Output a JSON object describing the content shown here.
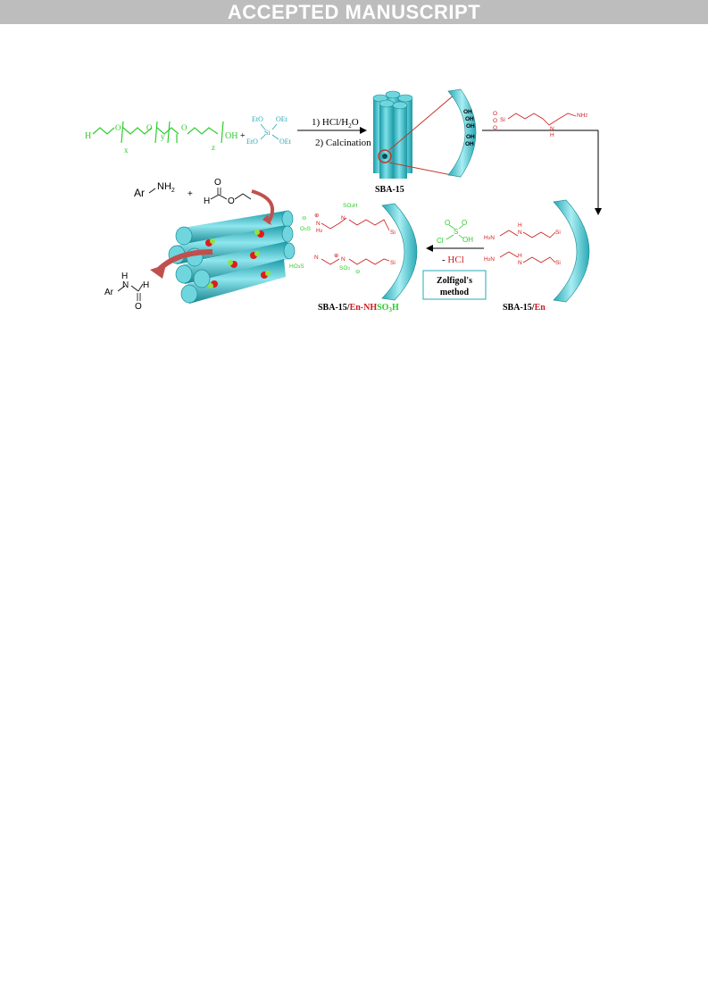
{
  "header": {
    "banner": "ACCEPTED MANUSCRIPT"
  },
  "scheme": {
    "reagents": {
      "polymer_h": "H",
      "polymer_oh": "OH",
      "polymer_o": "O",
      "sub_x": "x",
      "sub_y": "y",
      "sub_z": "z",
      "plus": "+",
      "teos_si": "Si",
      "teos_oet": "OEt",
      "teos_eto": "EtO"
    },
    "steps": {
      "step1": "1) HCl/H",
      "step1_sub": "2",
      "step1_tail": "O",
      "step2": "2) Calcination"
    },
    "labels": {
      "sba15": "SBA-15",
      "sba15_en_prefix": "SBA-15/",
      "sba15_en_red": "En",
      "final_prefix": "SBA-15/",
      "final_red": "En-NH",
      "final_green": "SO",
      "final_green_sub": "3",
      "final_green_tail": "H"
    },
    "wall": {
      "oh": "OH",
      "si": "Si",
      "o": "O"
    },
    "amine": {
      "nh2": "NH",
      "nh2_sub": "2",
      "h2n": "H",
      "n": "N",
      "h": "H"
    },
    "zolfigol": {
      "reagent_cl": "Cl",
      "reagent_s": "S",
      "reagent_oh": "OH",
      "reagent_o": "O",
      "minus_hcl_dash": "- ",
      "minus_hcl": "HCl",
      "box_line1": "Zolfigol's",
      "box_line2": "method"
    },
    "sulfonic": {
      "so3h": "SO",
      "so3h_sub": "3",
      "so3h_tail": "H",
      "so3": "SO",
      "so3_sub": "3",
      "ho3s": "HO",
      "ho3s_sub": "3",
      "ho3s_tail": "S",
      "o3s": "O",
      "o3s_sub": "3",
      "o3s_tail": "S",
      "h2": "H",
      "h2_sub": "2",
      "n": "N",
      "minus": "⊖",
      "plus": "⊕"
    },
    "reaction": {
      "ar": "Ar",
      "nh2": "NH",
      "nh2_sub": "2",
      "plus": "+",
      "h": "H",
      "o": "O",
      "n_h": "H",
      "n": "N"
    }
  }
}
